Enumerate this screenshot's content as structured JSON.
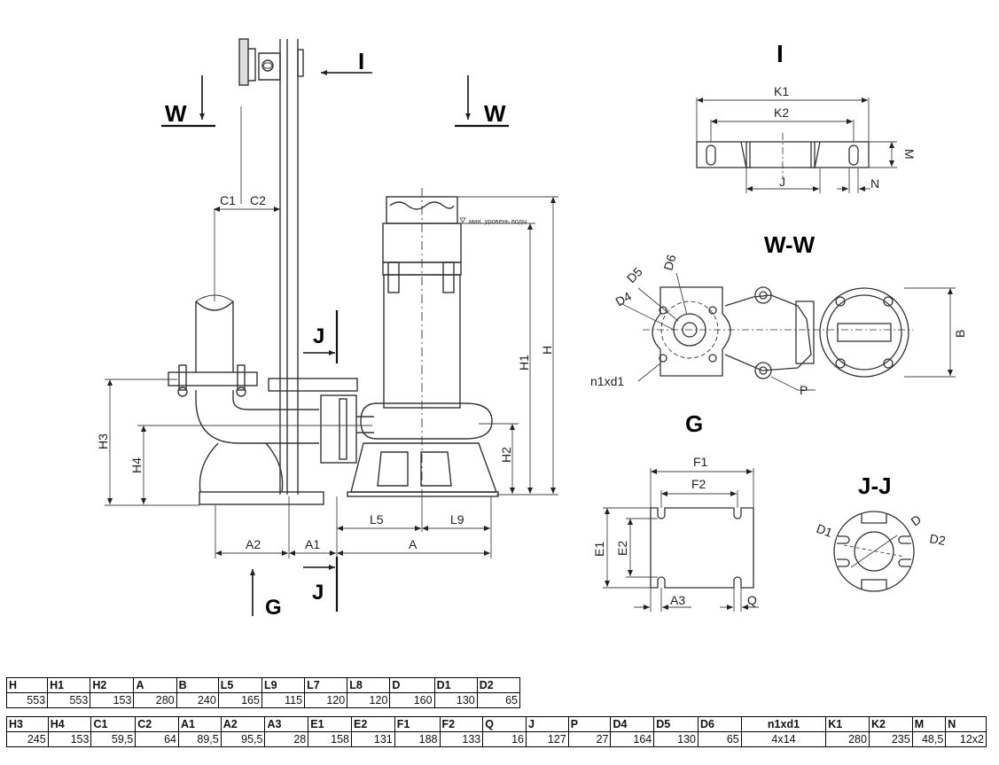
{
  "views": {
    "view_i": "I",
    "view_ww": "W-W",
    "view_g": "G",
    "view_jj": "J-J",
    "section_w": "W",
    "section_i": "I",
    "section_j": "J",
    "section_g": "G"
  },
  "water_level_note": "мин. уровень воды",
  "dim_labels": {
    "K1": "K1",
    "K2": "K2",
    "M": "M",
    "J": "J",
    "N": "N",
    "C1": "C1",
    "C2": "C2",
    "H": "H",
    "H1": "H1",
    "H2": "H2",
    "H3": "H3",
    "H4": "H4",
    "L5": "L5",
    "L9": "L9",
    "A": "A",
    "A1": "A1",
    "A2": "A2",
    "A3": "A3",
    "D4": "D4",
    "D5": "D5",
    "D6": "D6",
    "n1xd1": "n1xd1",
    "P": "P",
    "B": "B",
    "F1": "F1",
    "F2": "F2",
    "E1": "E1",
    "E2": "E2",
    "Q": "Q",
    "D": "D",
    "D1": "D1",
    "D2": "D2"
  },
  "table": {
    "row1_headers": [
      "H",
      "H1",
      "H2",
      "A",
      "B",
      "L5",
      "L9",
      "L7",
      "L8",
      "D",
      "D1",
      "D2"
    ],
    "row1_values": [
      "553",
      "553",
      "153",
      "280",
      "240",
      "165",
      "115",
      "120",
      "120",
      "160",
      "130",
      "65"
    ],
    "row2_headers": [
      "H3",
      "H4",
      "C1",
      "C2",
      "A1",
      "A2",
      "A3",
      "E1",
      "E2",
      "F1",
      "F2",
      "Q",
      "J",
      "P",
      "D4",
      "D5",
      "D6",
      "n1xd1",
      "K1",
      "K2",
      "M",
      "N"
    ],
    "row2_values": [
      "245",
      "153",
      "59,5",
      "64",
      "89,5",
      "95,5",
      "28",
      "158",
      "131",
      "188",
      "133",
      "16",
      "127",
      "27",
      "164",
      "130",
      "65",
      "4x14",
      "280",
      "235",
      "48,5",
      "12x2"
    ]
  }
}
